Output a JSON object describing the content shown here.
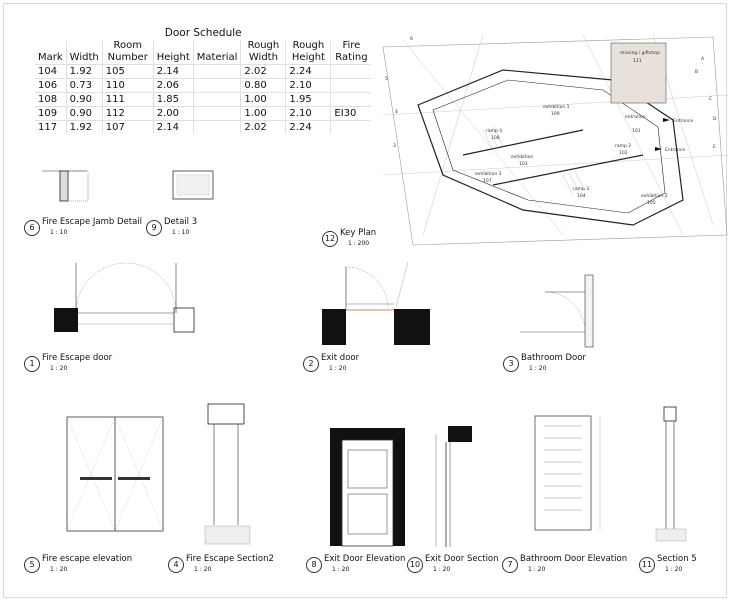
{
  "schedule": {
    "title": "Door Schedule",
    "headers": [
      "Mark",
      "Width",
      "Room Number",
      "Height",
      "Material",
      "Rough Width",
      "Rough Height",
      "Fire Rating"
    ],
    "rows": [
      [
        "104",
        "1.92",
        "105",
        "2.14",
        "",
        "2.02",
        "2.24",
        ""
      ],
      [
        "106",
        "0.73",
        "110",
        "2.06",
        "",
        "0.80",
        "2.10",
        ""
      ],
      [
        "108",
        "0.90",
        "111",
        "1.85",
        "",
        "1.00",
        "1.95",
        ""
      ],
      [
        "109",
        "0.90",
        "112",
        "2.00",
        "",
        "1.00",
        "2.10",
        "EI30"
      ],
      [
        "117",
        "1.92",
        "107",
        "2.14",
        "",
        "2.02",
        "2.24",
        ""
      ]
    ]
  },
  "views": [
    {
      "number": "6",
      "name": "Fire Escape Jamb Detail",
      "scale": "1 : 10"
    },
    {
      "number": "9",
      "name": "Detail 3",
      "scale": "1 : 10"
    },
    {
      "number": "12",
      "name": "Key Plan",
      "scale": "1 : 200"
    },
    {
      "number": "1",
      "name": "Fire Escape door",
      "scale": "1 : 20"
    },
    {
      "number": "2",
      "name": "Exit door",
      "scale": "1 : 20"
    },
    {
      "number": "3",
      "name": "Bathroom Door",
      "scale": "1 : 20"
    },
    {
      "number": "5",
      "name": "Fire escape elevation",
      "scale": "1 : 20"
    },
    {
      "number": "4",
      "name": "Fire Escape Section2",
      "scale": "1 : 20"
    },
    {
      "number": "8",
      "name": "Exit Door Elevation",
      "scale": "1 : 20"
    },
    {
      "number": "10",
      "name": "Exit Door Section",
      "scale": "1 : 20"
    },
    {
      "number": "7",
      "name": "Bathroom Door Elevation",
      "scale": "1 : 20"
    },
    {
      "number": "11",
      "name": "Section 5",
      "scale": "1 : 20"
    }
  ],
  "key_plan": {
    "rooms": [
      {
        "name": "exhibition 1",
        "number": "109"
      },
      {
        "name": "ramp 4",
        "number": "108"
      },
      {
        "name": "exhibition",
        "number": "103"
      },
      {
        "name": "exhibition 3",
        "number": "107"
      },
      {
        "name": "entrance",
        "number": "101"
      },
      {
        "name": "ramp 2",
        "number": "102"
      },
      {
        "name": "ramp 3",
        "number": "104"
      },
      {
        "name": "exhibition 2",
        "number": "105"
      },
      {
        "name": "missing / giftshop",
        "number": "111"
      }
    ],
    "labels": {
      "entrance_1": "Entrance",
      "entrance_2": "Entrance"
    },
    "grid_marks": [
      "6",
      "5",
      "4",
      "3",
      "A",
      "B",
      "C",
      "D",
      "E"
    ]
  }
}
